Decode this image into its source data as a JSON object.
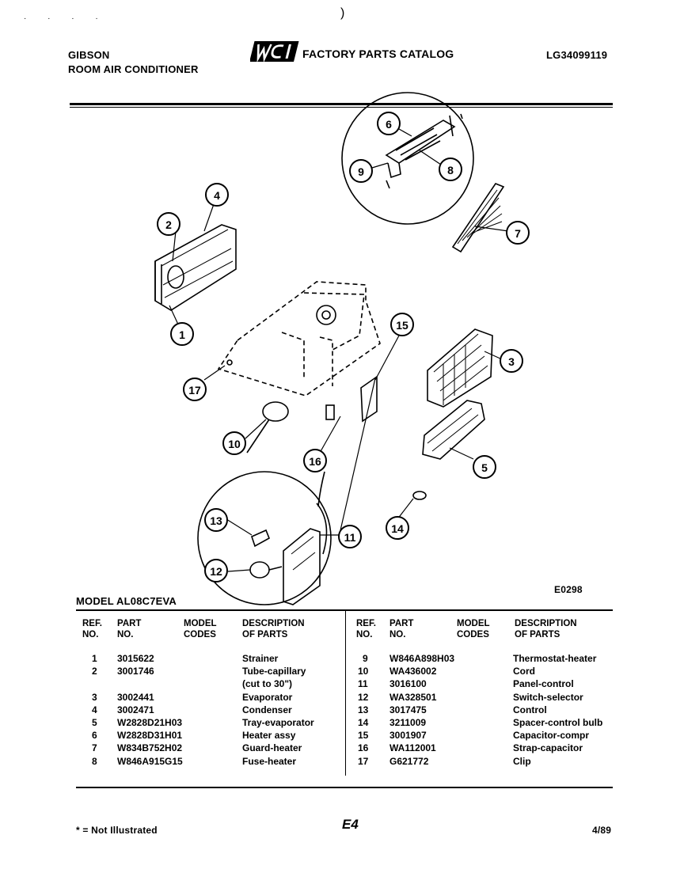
{
  "header": {
    "brand": "GIBSON",
    "product": "ROOM AIR CONDITIONER",
    "logo": "WCI",
    "catalog": "FACTORY PARTS CATALOG",
    "doc_number": "LG34099119"
  },
  "diagram": {
    "code": "E0298",
    "callouts": [
      "1",
      "2",
      "3",
      "4",
      "5",
      "6",
      "7",
      "8",
      "9",
      "10",
      "11",
      "12",
      "13",
      "14",
      "15",
      "16",
      "17"
    ]
  },
  "model_label": "MODEL AL08C7EVA",
  "table": {
    "headers": {
      "ref": [
        "REF.",
        "NO."
      ],
      "part": [
        "PART",
        "NO."
      ],
      "model": [
        "MODEL",
        "CODES"
      ],
      "desc": [
        "DESCRIPTION",
        "OF PARTS"
      ]
    },
    "left": [
      {
        "ref": "1",
        "part": "3015622",
        "model": "",
        "desc": "Strainer"
      },
      {
        "ref": "2",
        "part": "3001746",
        "model": "",
        "desc": "Tube-capillary"
      },
      {
        "ref": "",
        "part": "",
        "model": "",
        "desc": "(cut to 30\")"
      },
      {
        "ref": "3",
        "part": "3002441",
        "model": "",
        "desc": "Evaporator"
      },
      {
        "ref": "4",
        "part": "3002471",
        "model": "",
        "desc": "Condenser"
      },
      {
        "ref": "5",
        "part": "W2828D21H03",
        "model": "",
        "desc": "Tray-evaporator"
      },
      {
        "ref": "6",
        "part": "W2828D31H01",
        "model": "",
        "desc": "Heater assy"
      },
      {
        "ref": "7",
        "part": "W834B752H02",
        "model": "",
        "desc": "Guard-heater"
      },
      {
        "ref": "8",
        "part": "W846A915G15",
        "model": "",
        "desc": "Fuse-heater"
      }
    ],
    "right": [
      {
        "ref": "9",
        "part": "W846A898H03",
        "model": "",
        "desc": "Thermostat-heater"
      },
      {
        "ref": "10",
        "part": "WA436002",
        "model": "",
        "desc": "Cord"
      },
      {
        "ref": "11",
        "part": "3016100",
        "model": "",
        "desc": "Panel-control"
      },
      {
        "ref": "12",
        "part": "WA328501",
        "model": "",
        "desc": "Switch-selector"
      },
      {
        "ref": "13",
        "part": "3017475",
        "model": "",
        "desc": "Control"
      },
      {
        "ref": "14",
        "part": "3211009",
        "model": "",
        "desc": "Spacer-control bulb"
      },
      {
        "ref": "15",
        "part": "3001907",
        "model": "",
        "desc": "Capacitor-compr"
      },
      {
        "ref": "16",
        "part": "WA112001",
        "model": "",
        "desc": "Strap-capacitor"
      },
      {
        "ref": "17",
        "part": "G621772",
        "model": "",
        "desc": "Clip"
      }
    ]
  },
  "footer": {
    "note": "* = Not Illustrated",
    "page": "E4",
    "date": "4/89"
  }
}
